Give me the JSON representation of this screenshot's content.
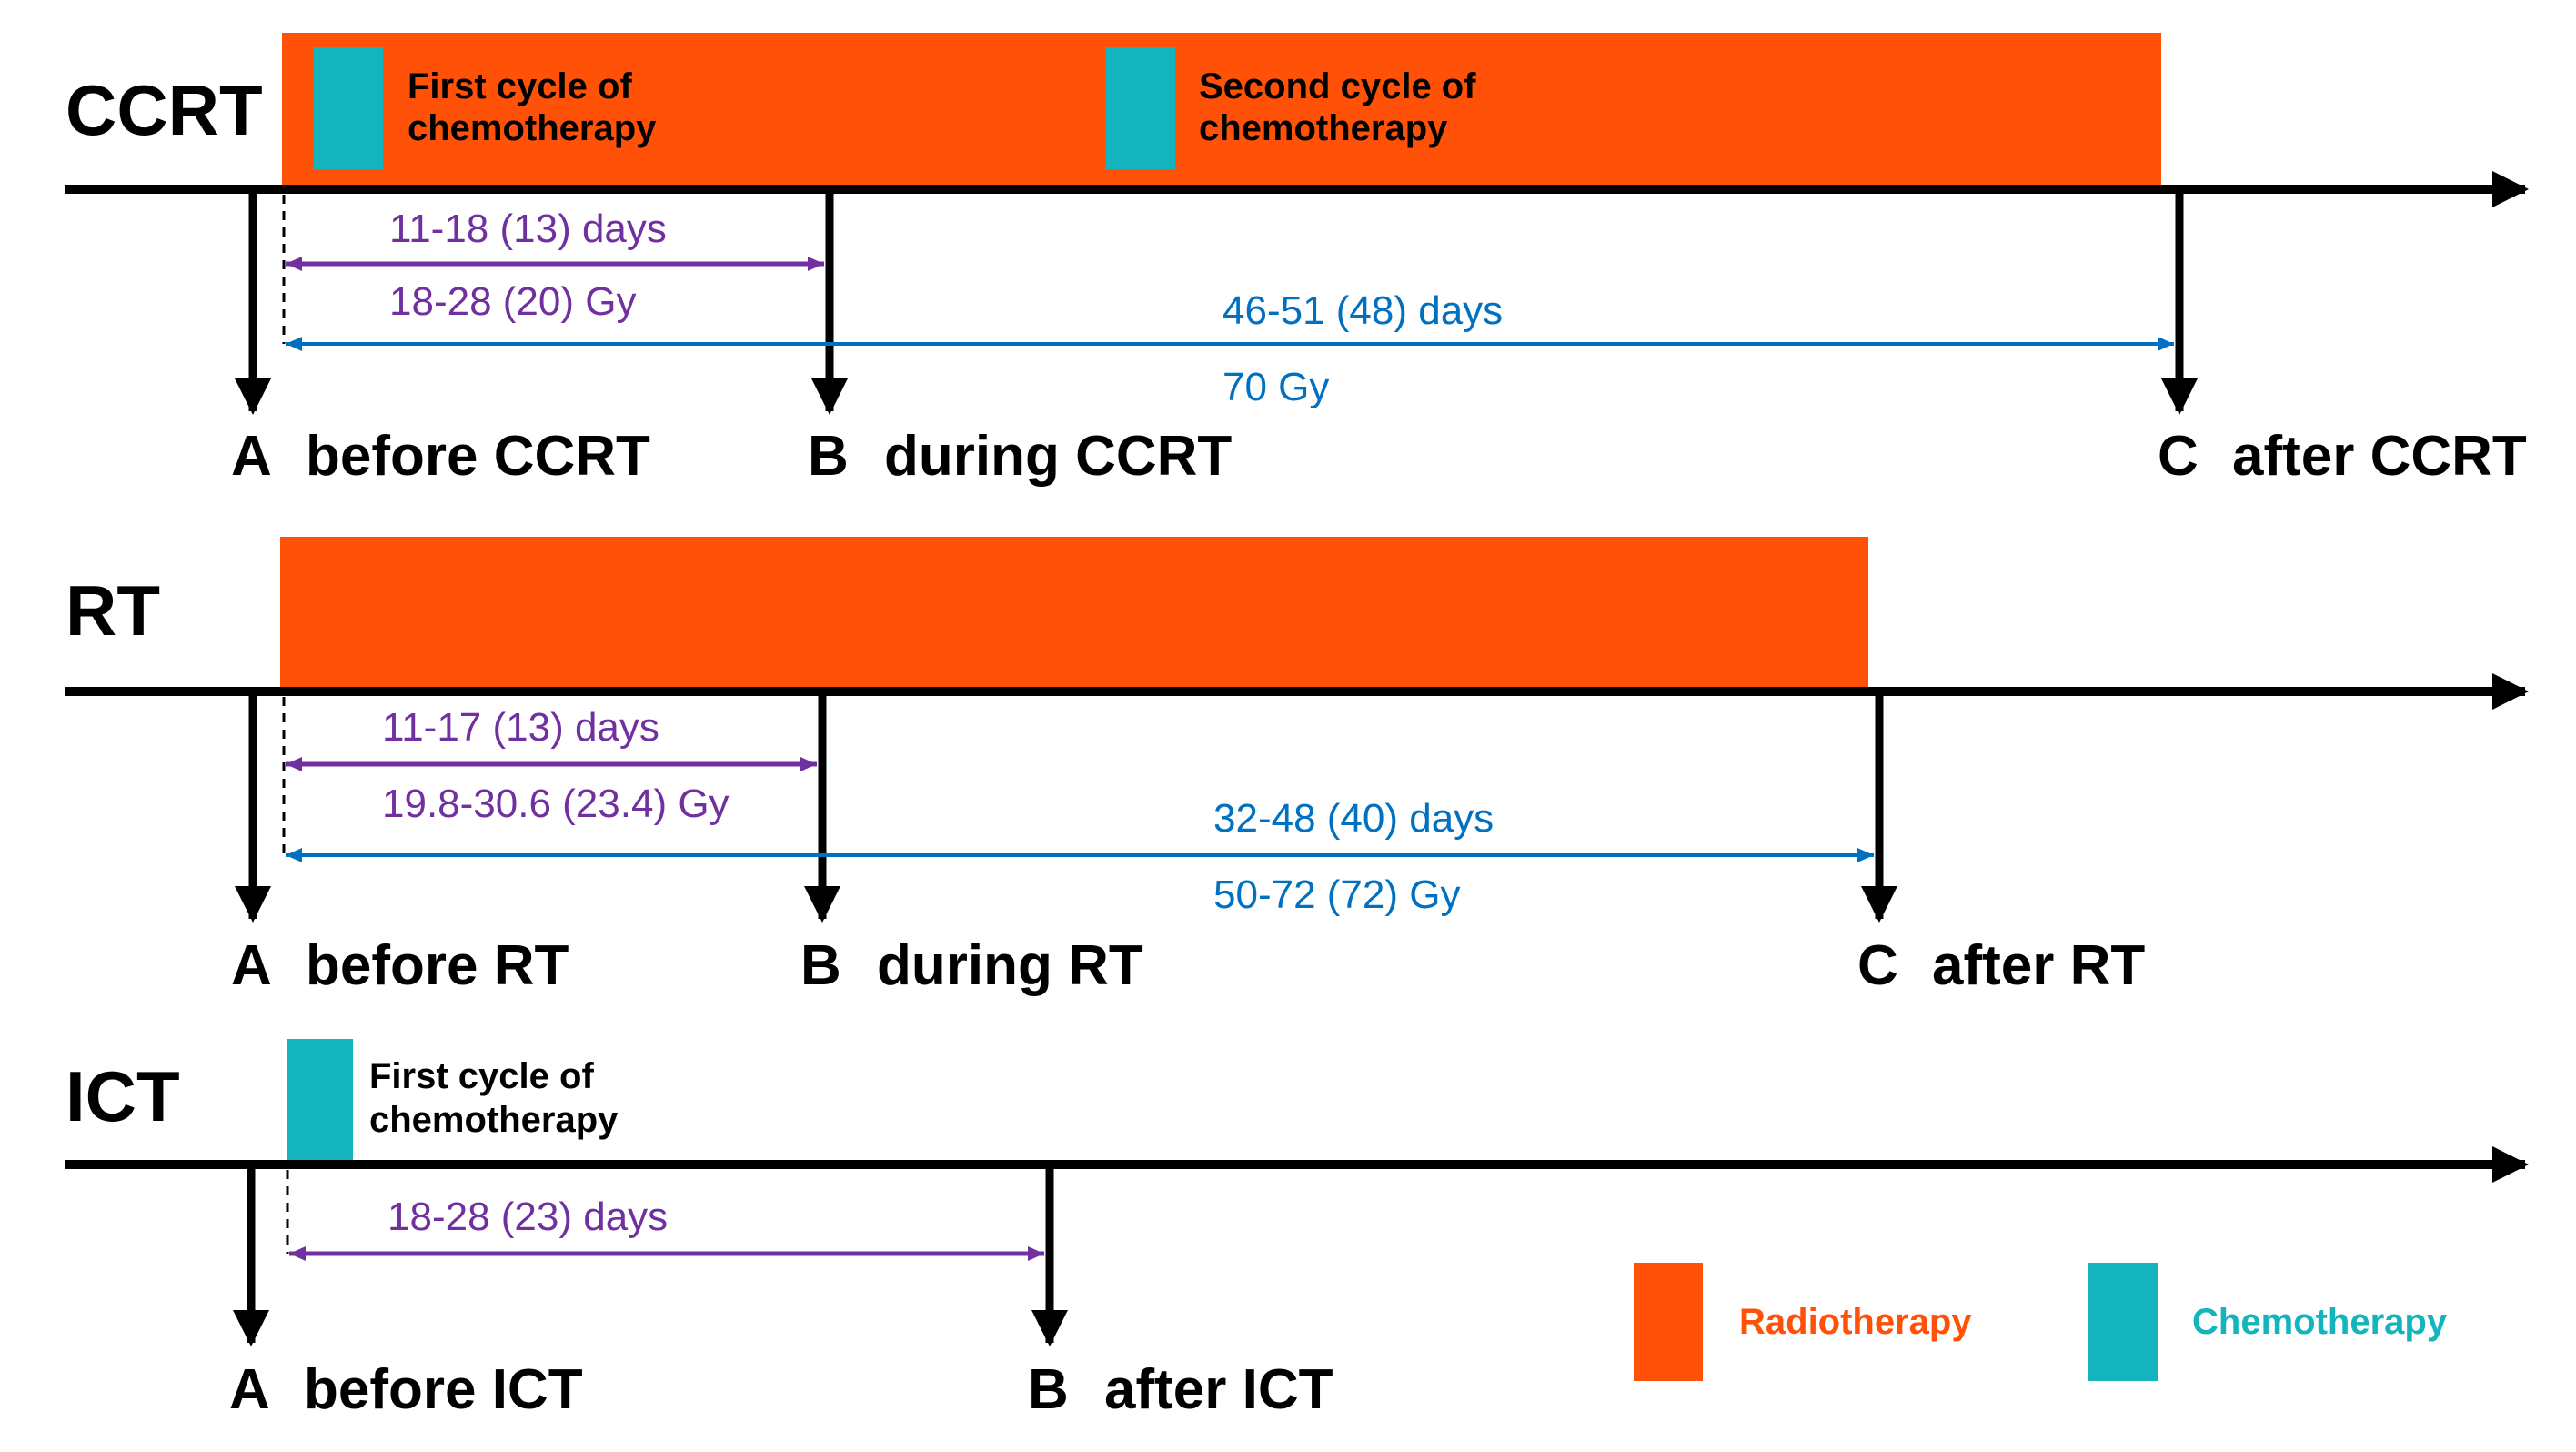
{
  "colors": {
    "radiotherapy": "#FF5208",
    "chemotherapy": "#14B4BE",
    "short_interval": "#7030A0",
    "long_interval": "#0070C0",
    "axis": "#000000"
  },
  "rows": {
    "ccrt": {
      "title": "CCRT",
      "chemo_cycles": [
        {
          "line1": "First cycle of",
          "line2": "chemotherapy"
        },
        {
          "line1": "Second cycle of",
          "line2": "chemotherapy"
        }
      ],
      "short_interval": {
        "days": "11-18 (13) days",
        "dose": "18-28 (20) Gy"
      },
      "long_interval": {
        "days": "46-51 (48) days",
        "dose": "70 Gy"
      },
      "milestones": [
        {
          "letter": "A",
          "label": "before CCRT"
        },
        {
          "letter": "B",
          "label": "during CCRT"
        },
        {
          "letter": "C",
          "label": "after CCRT"
        }
      ]
    },
    "rt": {
      "title": "RT",
      "short_interval": {
        "days": "11-17 (13) days",
        "dose": "19.8-30.6 (23.4) Gy"
      },
      "long_interval": {
        "days": "32-48 (40) days",
        "dose": "50-72 (72) Gy"
      },
      "milestones": [
        {
          "letter": "A",
          "label": "before RT"
        },
        {
          "letter": "B",
          "label": "during RT"
        },
        {
          "letter": "C",
          "label": "after RT"
        }
      ]
    },
    "ict": {
      "title": "ICT",
      "chemo_cycles": [
        {
          "line1": "First cycle of",
          "line2": "chemotherapy"
        }
      ],
      "short_interval": {
        "days": "18-28 (23) days"
      },
      "milestones": [
        {
          "letter": "A",
          "label": "before ICT"
        },
        {
          "letter": "B",
          "label": "after ICT"
        }
      ]
    }
  },
  "legend": {
    "radiotherapy_label": "Radiotherapy",
    "chemotherapy_label": "Chemotherapy"
  }
}
